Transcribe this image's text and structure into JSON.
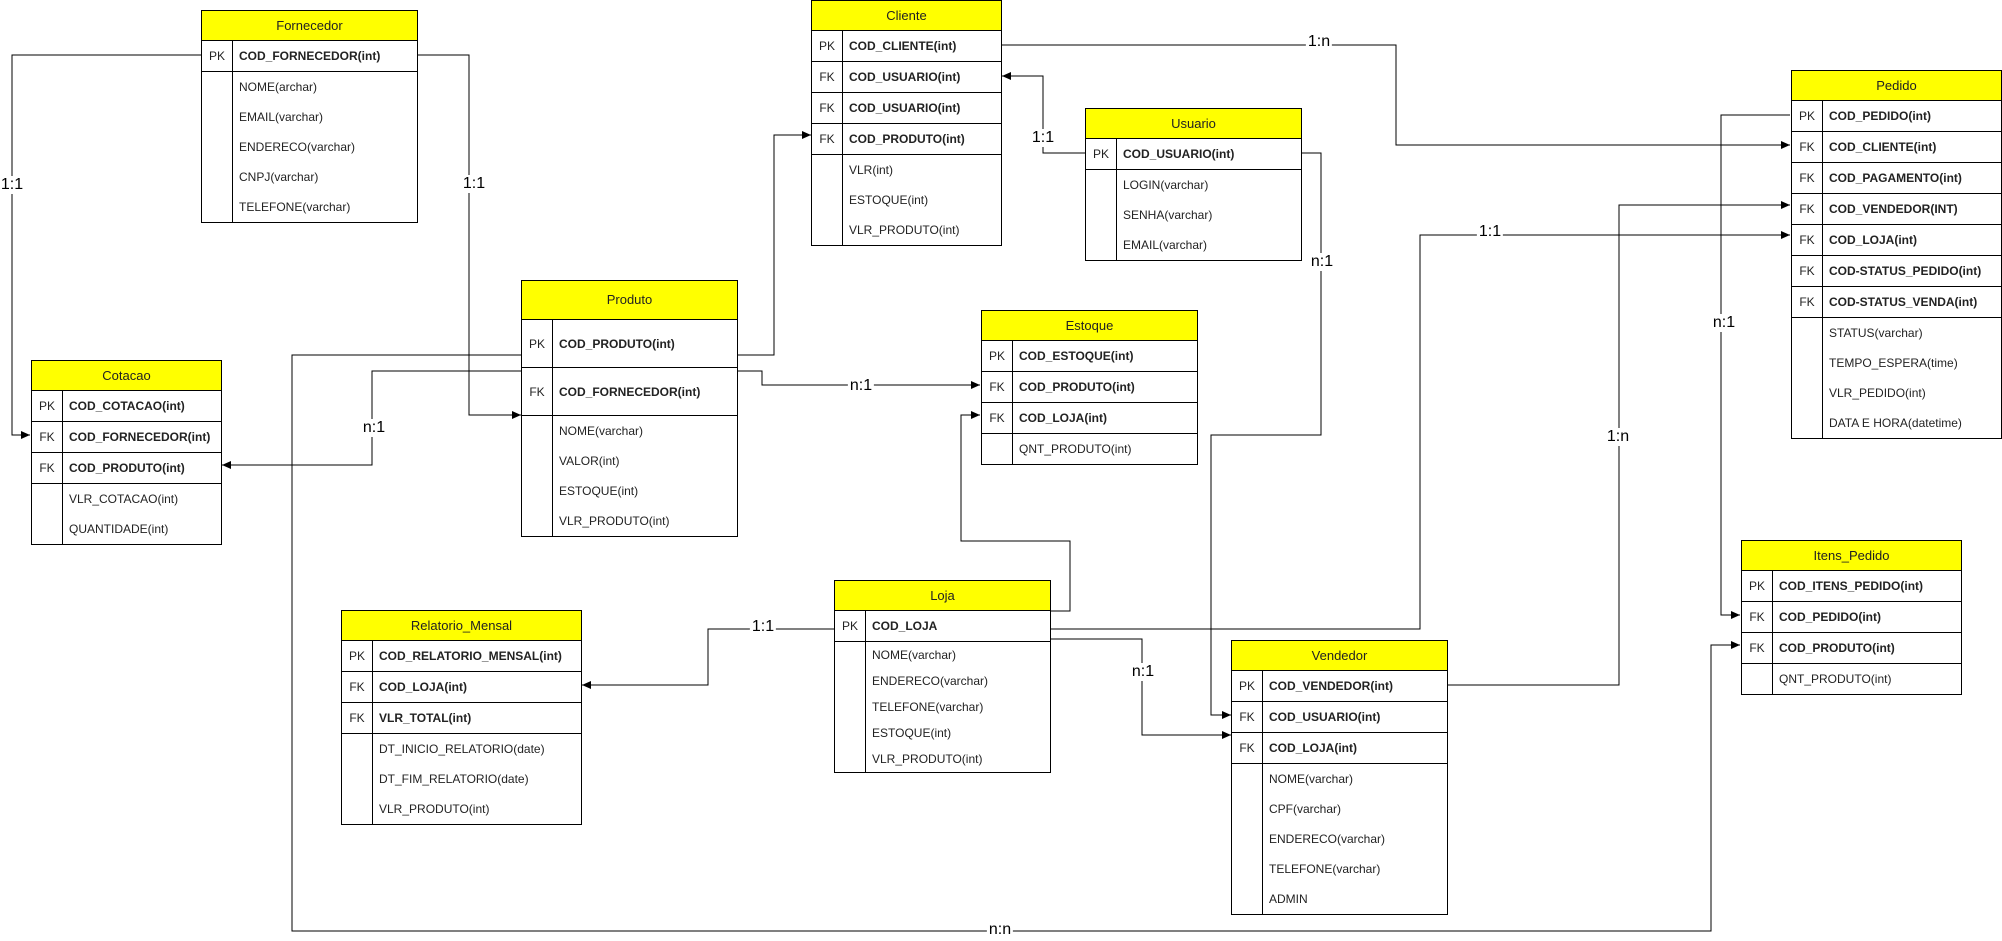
{
  "tables": {
    "fornecedor": {
      "title": "Fornecedor",
      "keys": [
        {
          "key": "PK",
          "field": "COD_FORNECEDOR(int)"
        }
      ],
      "attrs": [
        "NOME(archar)",
        "EMAIL(varchar)",
        "ENDERECO(varchar)",
        "CNPJ(varchar)",
        "TELEFONE(varchar)"
      ]
    },
    "cliente": {
      "title": "Cliente",
      "keys": [
        {
          "key": "PK",
          "field": "COD_CLIENTE(int)"
        },
        {
          "key": "FK",
          "field": "COD_USUARIO(int)"
        },
        {
          "key": "FK",
          "field": "COD_USUARIO(int)"
        },
        {
          "key": "FK",
          "field": "COD_PRODUTO(int)"
        }
      ],
      "attrs": [
        "VLR(int)",
        "ESTOQUE(int)",
        "VLR_PRODUTO(int)"
      ]
    },
    "usuario": {
      "title": "Usuario",
      "keys": [
        {
          "key": "PK",
          "field": "COD_USUARIO(int)"
        }
      ],
      "attrs": [
        "LOGIN(varchar)",
        "SENHA(varchar)",
        "EMAIL(varchar)"
      ]
    },
    "pedido": {
      "title": "Pedido",
      "keys": [
        {
          "key": "PK",
          "field": "COD_PEDIDO(int)"
        },
        {
          "key": "FK",
          "field": "COD_CLIENTE(int)"
        },
        {
          "key": "FK",
          "field": "COD_PAGAMENTO(int)"
        },
        {
          "key": "FK",
          "field": "COD_VENDEDOR(INT)"
        },
        {
          "key": "FK",
          "field": "COD_LOJA(int)"
        },
        {
          "key": "FK",
          "field": "COD-STATUS_PEDIDO(int)"
        },
        {
          "key": "FK",
          "field": "COD-STATUS_VENDA(int)"
        }
      ],
      "attrs": [
        "STATUS(varchar)",
        "TEMPO_ESPERA(time)",
        "VLR_PEDIDO(int)",
        "DATA E HORA(datetime)"
      ]
    },
    "produto": {
      "title": "Produto",
      "keys": [
        {
          "key": "PK",
          "field": "COD_PRODUTO(int)"
        },
        {
          "key": "FK",
          "field": "COD_FORNECEDOR(int)"
        }
      ],
      "attrs": [
        "NOME(varchar)",
        "VALOR(int)",
        "ESTOQUE(int)",
        "VLR_PRODUTO(int)"
      ]
    },
    "estoque": {
      "title": "Estoque",
      "keys": [
        {
          "key": "PK",
          "field": "COD_ESTOQUE(int)"
        },
        {
          "key": "FK",
          "field": "COD_PRODUTO(int)"
        },
        {
          "key": "FK",
          "field": "COD_LOJA(int)"
        }
      ],
      "attrs": [
        "QNT_PRODUTO(int)"
      ]
    },
    "cotacao": {
      "title": "Cotacao",
      "keys": [
        {
          "key": "PK",
          "field": "COD_COTACAO(int)"
        },
        {
          "key": "FK",
          "field": "COD_FORNECEDOR(int)"
        },
        {
          "key": "FK",
          "field": "COD_PRODUTO(int)"
        }
      ],
      "attrs": [
        "VLR_COTACAO(int)",
        "QUANTIDADE(int)"
      ]
    },
    "itens_pedido": {
      "title": "Itens_Pedido",
      "keys": [
        {
          "key": "PK",
          "field": "COD_ITENS_PEDIDO(int)"
        },
        {
          "key": "FK",
          "field": "COD_PEDIDO(int)"
        },
        {
          "key": "FK",
          "field": "COD_PRODUTO(int)"
        }
      ],
      "attrs": [
        "QNT_PRODUTO(int)"
      ]
    },
    "loja": {
      "title": "Loja",
      "keys": [
        {
          "key": "PK",
          "field": "COD_LOJA"
        }
      ],
      "attrs": [
        "NOME(varchar)",
        "ENDERECO(varchar)",
        "TELEFONE(varchar)",
        "ESTOQUE(int)",
        "VLR_PRODUTO(int)"
      ]
    },
    "relatorio_mensal": {
      "title": "Relatorio_Mensal",
      "keys": [
        {
          "key": "PK",
          "field": "COD_RELATORIO_MENSAL(int)"
        },
        {
          "key": "FK",
          "field": "COD_LOJA(int)"
        },
        {
          "key": "FK",
          "field": "VLR_TOTAL(int)"
        }
      ],
      "attrs": [
        "DT_INICIO_RELATORIO(date)",
        "DT_FIM_RELATORIO(date)",
        "VLR_PRODUTO(int)"
      ]
    },
    "vendedor": {
      "title": "Vendedor",
      "keys": [
        {
          "key": "PK",
          "field": "COD_VENDEDOR(int)"
        },
        {
          "key": "FK",
          "field": "COD_USUARIO(int)"
        },
        {
          "key": "FK",
          "field": "COD_LOJA(int)"
        }
      ],
      "attrs": [
        "NOME(varchar)",
        "CPF(varchar)",
        "ENDERECO(varchar)",
        "TELEFONE(varchar)",
        "ADMIN"
      ]
    }
  },
  "relationships": {
    "fornecedor_cotacao": "1:1",
    "fornecedor_produto": "1:1",
    "cliente_pedido": "1:n",
    "usuario_cliente": "1:1",
    "usuario_vendedor": "n:1",
    "produto_cotacao": "n:1",
    "produto_estoque": "n:1",
    "loja_pedido": "1:1",
    "pedido_itens": "n:1",
    "vendedor_pedido": "1:n",
    "loja_relatorio": "1:1",
    "loja_vendedor": "n:1",
    "produto_itens": "n:n"
  }
}
